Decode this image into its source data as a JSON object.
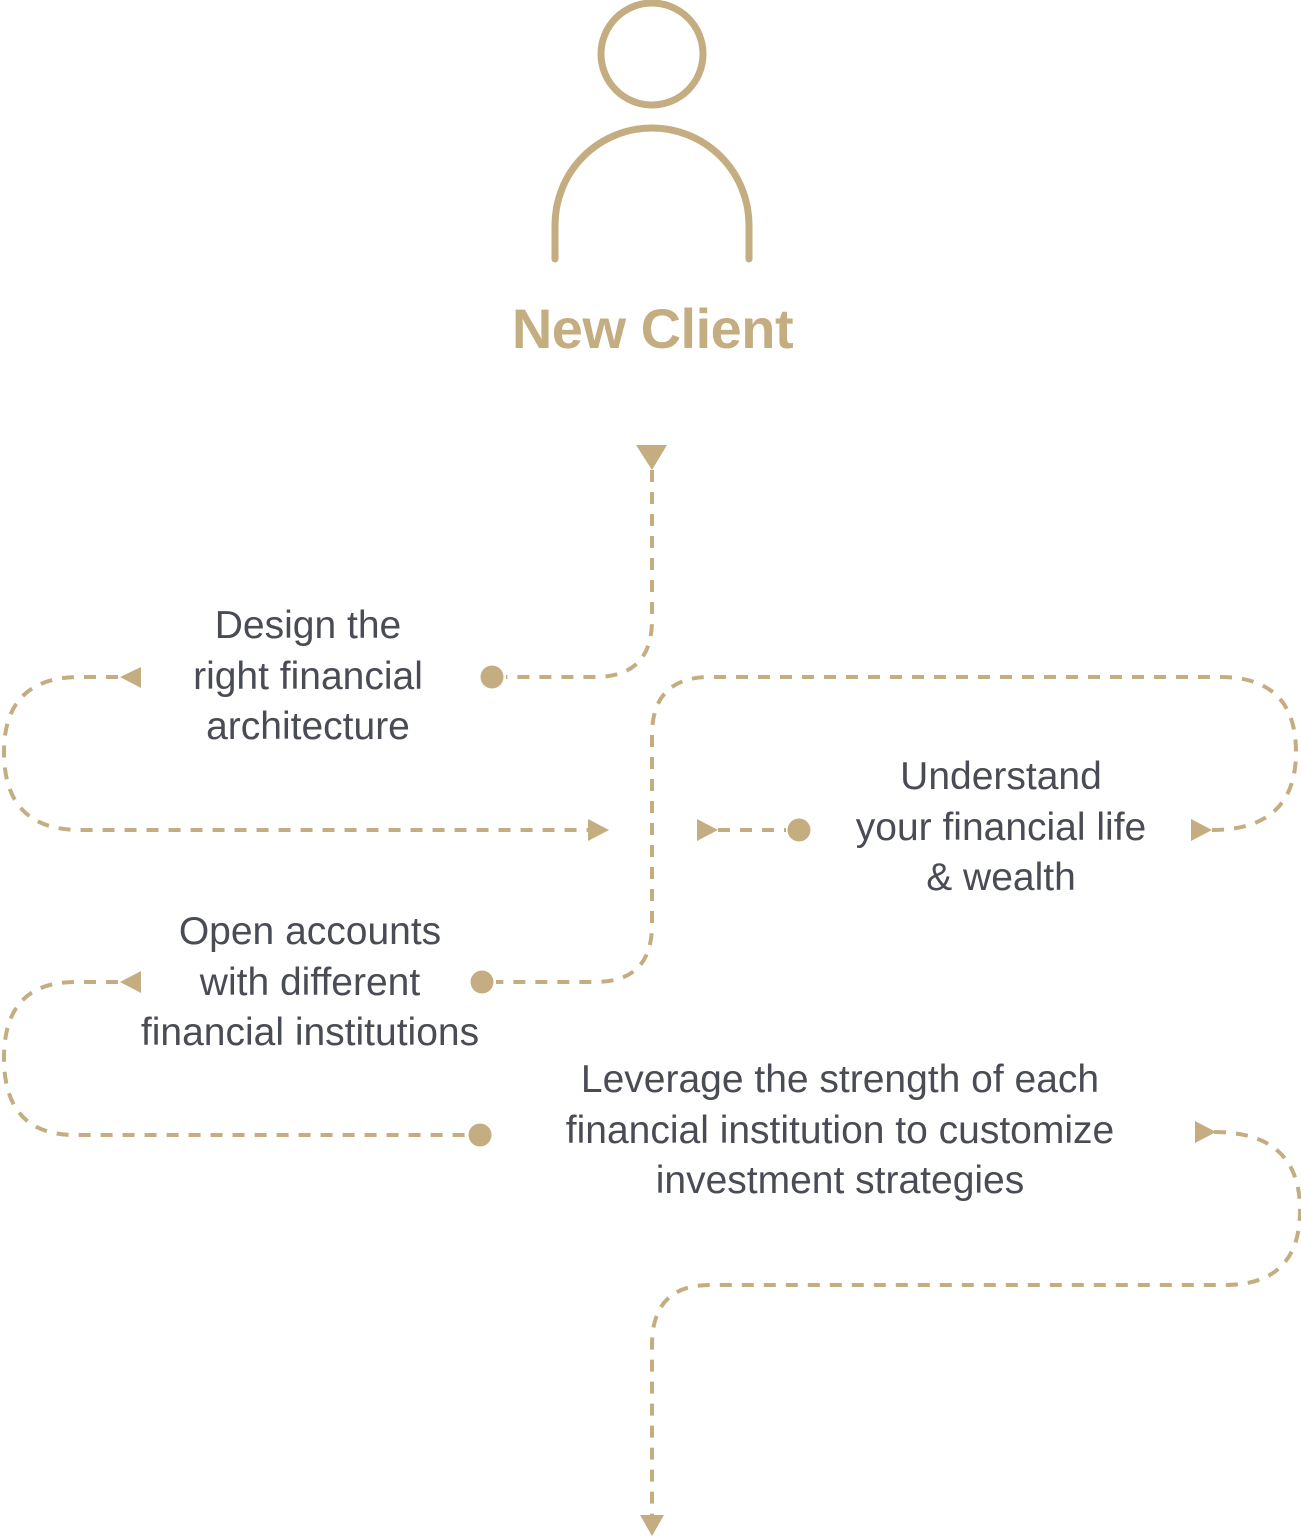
{
  "theme": {
    "accent": "#c5ad82",
    "text": "#4a4c55",
    "background": "#ffffff"
  },
  "header": {
    "icon": "person-icon",
    "title": "New Client"
  },
  "steps": [
    {
      "id": "design",
      "order": 2,
      "lines": [
        "Design the",
        "right financial",
        "architecture"
      ]
    },
    {
      "id": "understand",
      "order": 1,
      "lines": [
        "Understand",
        "your financial life",
        "& wealth"
      ]
    },
    {
      "id": "open",
      "order": 3,
      "lines": [
        "Open accounts",
        "with different",
        "financial institutions"
      ]
    },
    {
      "id": "leverage",
      "order": 4,
      "lines": [
        "Leverage the strength of each",
        "financial institution to customize",
        "investment strategies"
      ]
    }
  ]
}
